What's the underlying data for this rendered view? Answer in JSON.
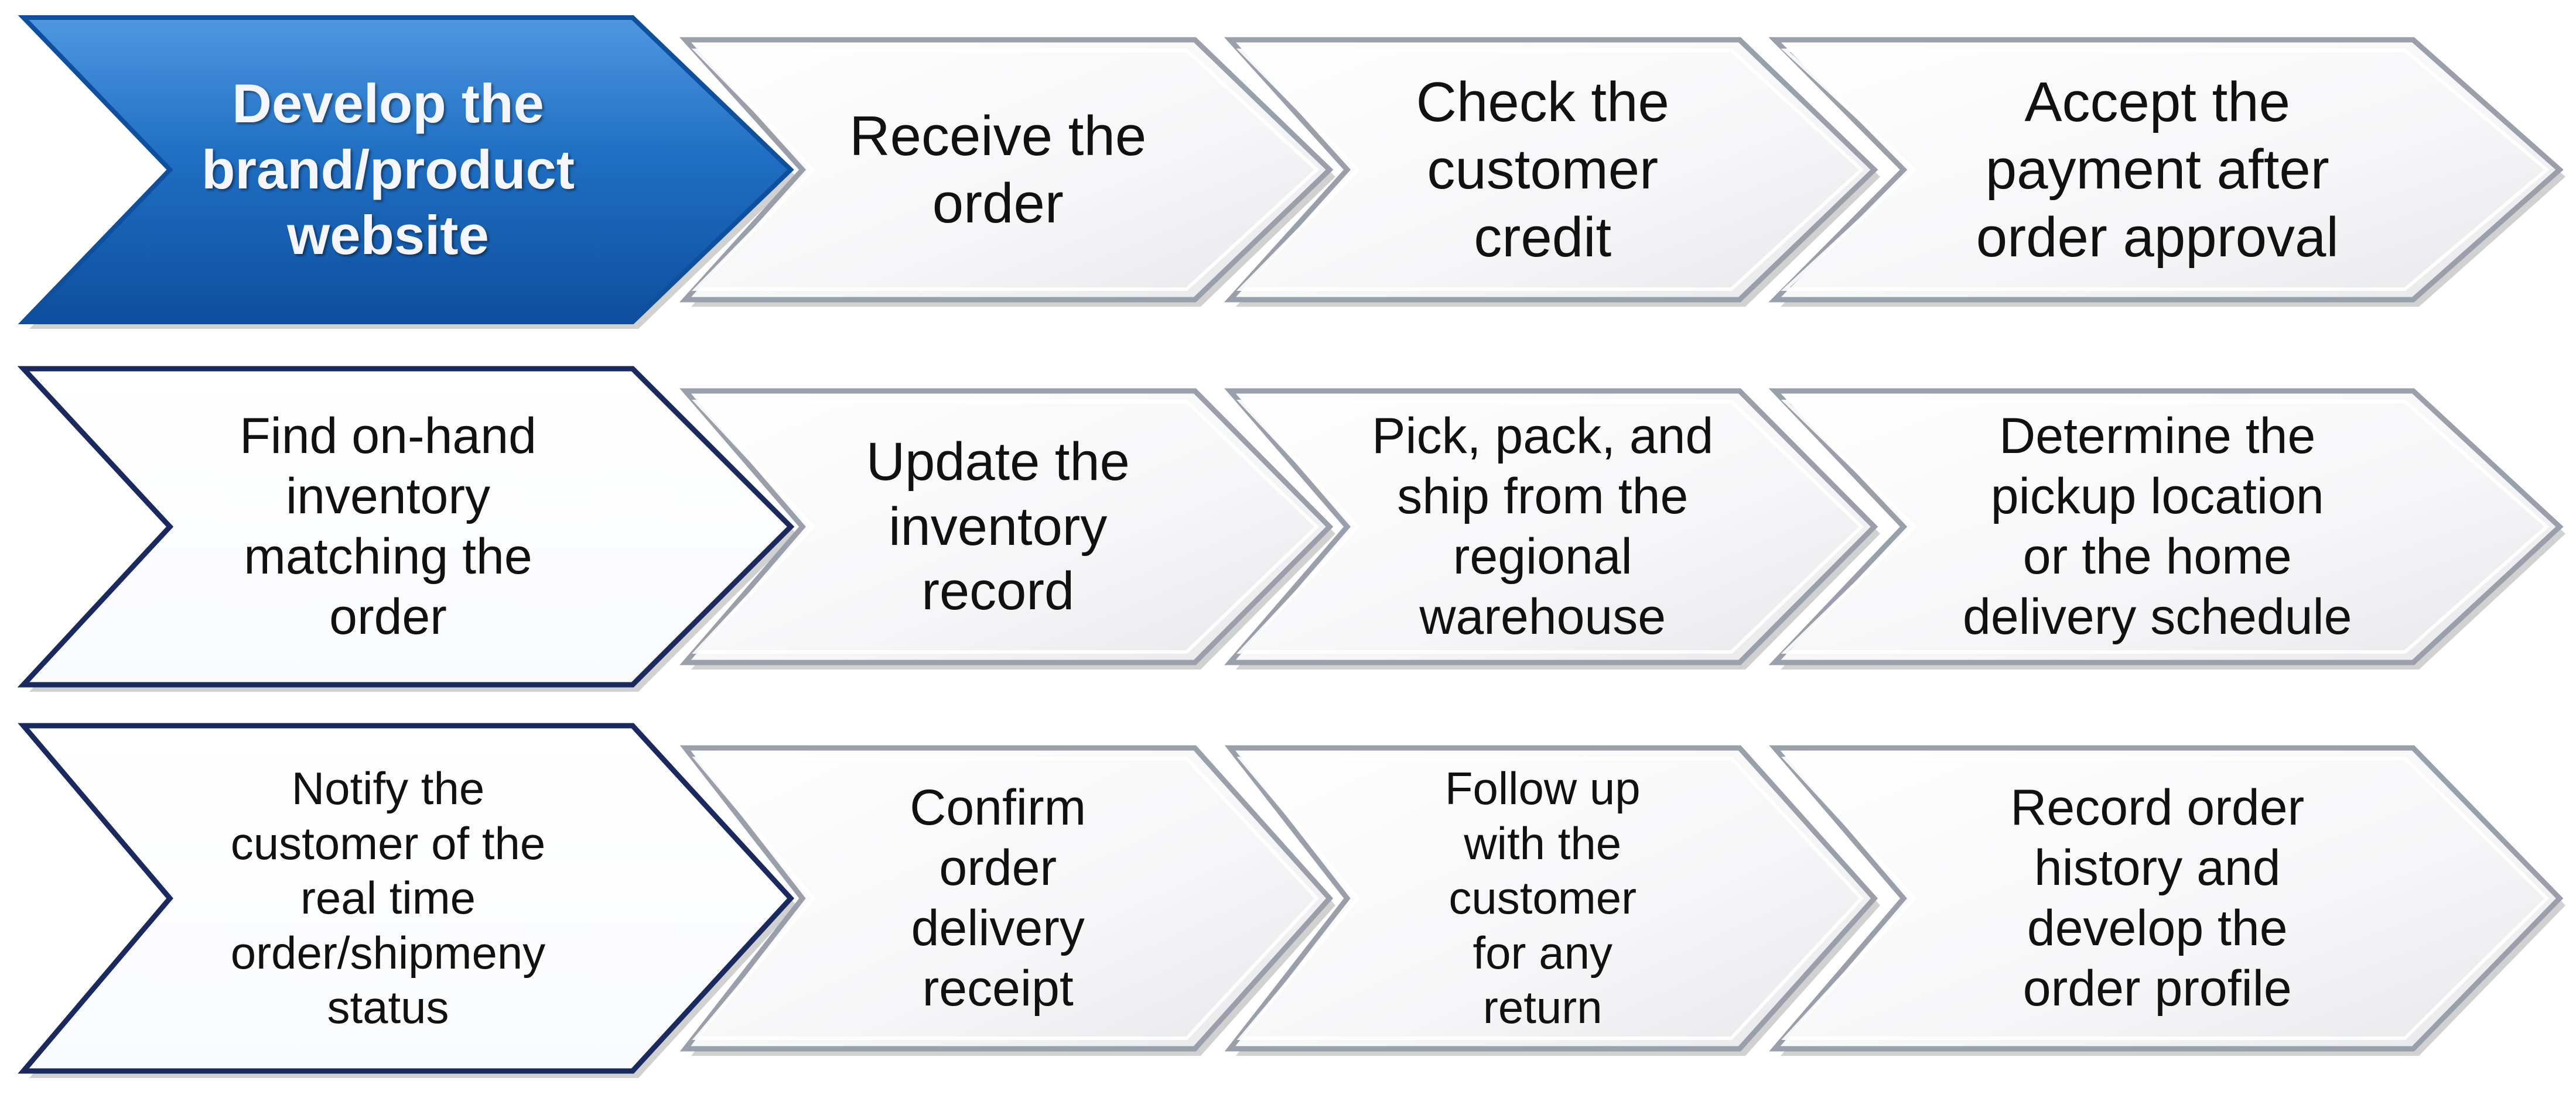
{
  "title": "",
  "colors": {
    "highlight_fill": "#1f6fc4",
    "highlight_border": "#0e4f9e",
    "dark_border": "#1a2a5e",
    "light_border": "#9aa0ab",
    "text": "#111111"
  },
  "rows": [
    {
      "steps": [
        {
          "label": "Develop the\nbrand/product\nwebsite",
          "style": "highlight"
        },
        {
          "label": "Receive the\norder",
          "style": "light"
        },
        {
          "label": "Check the\ncustomer\ncredit",
          "style": "light"
        },
        {
          "label": "Accept the\npayment after\norder approval",
          "style": "light"
        }
      ]
    },
    {
      "steps": [
        {
          "label": "Find on-hand\ninventory\nmatching the\norder",
          "style": "dark"
        },
        {
          "label": "Update the\ninventory\nrecord",
          "style": "light"
        },
        {
          "label": "Pick, pack, and\nship from the\nregional\nwarehouse",
          "style": "light"
        },
        {
          "label": "Determine the\npickup location\nor the home\ndelivery schedule",
          "style": "light"
        }
      ]
    },
    {
      "steps": [
        {
          "label": "Notify the\ncustomer of the\nreal time\norder/shipmeny\nstatus",
          "style": "dark"
        },
        {
          "label": "Confirm\norder\ndelivery\nreceipt",
          "style": "light"
        },
        {
          "label": "Follow up\nwith the\ncustomer\nfor any\nreturn",
          "style": "light"
        },
        {
          "label": "Record order\nhistory and\ndevelop the\norder profile",
          "style": "light"
        }
      ]
    }
  ]
}
